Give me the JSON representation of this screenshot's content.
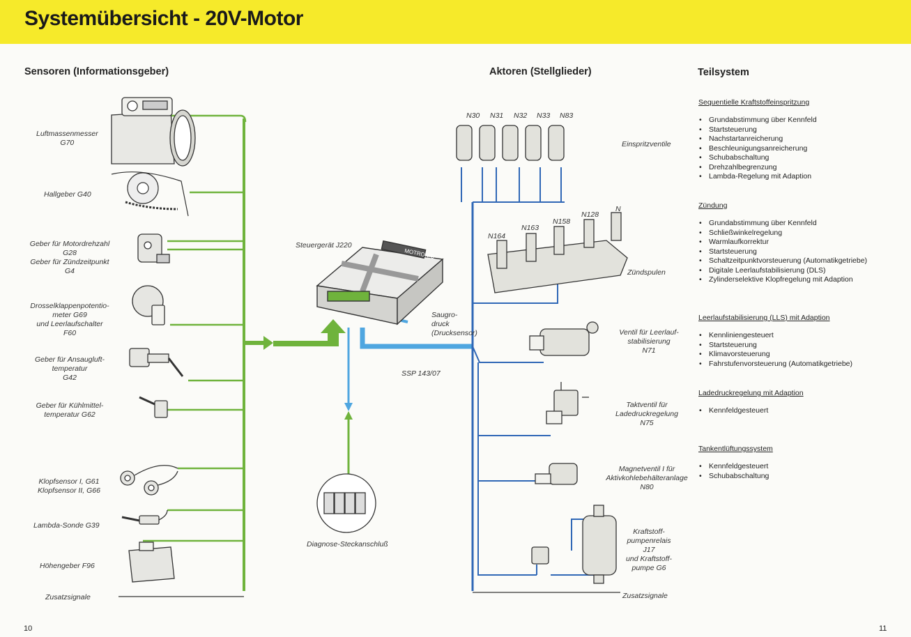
{
  "header": {
    "title": "Systemübersicht - 20V-Motor"
  },
  "sections": {
    "sensors": "Sensoren (Informationsgeber)",
    "actuators": "Aktoren (Stellglieder)",
    "subsystem": "Teilsystem"
  },
  "sensors": {
    "luftmassenmesser": [
      "Luftmassenmesser",
      "G70"
    ],
    "hallgeber": "Hallgeber G40",
    "drehzahl": [
      "Geber für Motordrehzahl",
      "G28",
      "Geber für Zündzeitpunkt",
      "G4"
    ],
    "drossel": [
      "Drosselklappenpotentio-",
      "meter G69",
      "und Leerlaufschalter",
      "F60"
    ],
    "ansaug": [
      "Geber für Ansaugluft-",
      "temperatur",
      "G42"
    ],
    "kuehlmittel": [
      "Geber für Kühlmittel-",
      "temperatur G62"
    ],
    "klopf": [
      "Klopfsensor I, G61",
      "Klopfsensor II, G66"
    ],
    "lambda": "Lambda-Sonde  G39",
    "hoehen": "Höhengeber F96",
    "zusatz": "Zusatzsignale"
  },
  "center": {
    "steuergeraet": "Steuergerät J220",
    "ecu_brand": "MOTRONIC",
    "saugrohr": [
      "Saugro-",
      "druck",
      "(Drucksensor)"
    ],
    "ssp": "SSP 143/07",
    "diagnose": "Diagnose-Steckanschluß"
  },
  "actuators": {
    "injector_ids": [
      "N30",
      "N31",
      "N32",
      "N33",
      "N83"
    ],
    "einspritz": "Einspritzventile",
    "coil_ids": [
      "N164",
      "N163",
      "N158",
      "N128",
      "N"
    ],
    "zuendspulen": "Zündspulen",
    "leerlauf": [
      "Ventil für Leerlauf-",
      "stabilisierung",
      "N71"
    ],
    "taktventil": [
      "Taktventil für",
      "Ladedruckregelung",
      "N75"
    ],
    "magnetventil": [
      "Magnetventil I für",
      "Aktivkohlebehälteranlage",
      "N80"
    ],
    "kraftstoff": [
      "Kraftstoff-",
      "pumpenrelais",
      "J17",
      "und Kraftstoff-",
      "pumpe G6"
    ],
    "zusatz": "Zusatzsignale"
  },
  "teilsystem": [
    {
      "heading": "Sequentielle Kraftstoffeinspritzung",
      "items": [
        "Grundabstimmung über Kennfeld",
        "Startsteuerung",
        "Nachstartanreicherung",
        "Beschleunigungsanreicherung",
        "Schubabschaltung",
        "Drehzahlbegrenzung",
        "Lambda-Regelung mit Adaption"
      ]
    },
    {
      "heading": "Zündung",
      "items": [
        "Grundabstimmung über Kennfeld",
        "Schließwinkelregelung",
        "Warmlaufkorrektur",
        "Startsteuerung",
        "Schaltzeitpunktvorsteuerung (Automatikgetriebe)",
        "Digitale Leerlaufstabilisierung (DLS)",
        "Zylinderselektive Klopfregelung mit Adaption"
      ]
    },
    {
      "heading": "Leerlaufstabilisierung (LLS) mit Adaption",
      "items": [
        "Kennliniengesteuert",
        "Startsteuerung",
        "Klimavorsteuerung",
        "Fahrstufenvorsteuerung (Automatikgetriebe)"
      ]
    },
    {
      "heading": "Ladedruckregelung mit Adaption",
      "items": [
        "Kennfeldgesteuert"
      ]
    },
    {
      "heading": "Tankentlüftungssystem",
      "items": [
        "Kennfeldgesteuert",
        "Schubabschaltung"
      ]
    }
  ],
  "pages": {
    "left": "10",
    "right": "11"
  },
  "colors": {
    "banner": "#f6ea2a",
    "sensor_wire": "#6fb33c",
    "actuator_wire": "#2f67b6",
    "diag_wire": "#4fa6e0"
  }
}
